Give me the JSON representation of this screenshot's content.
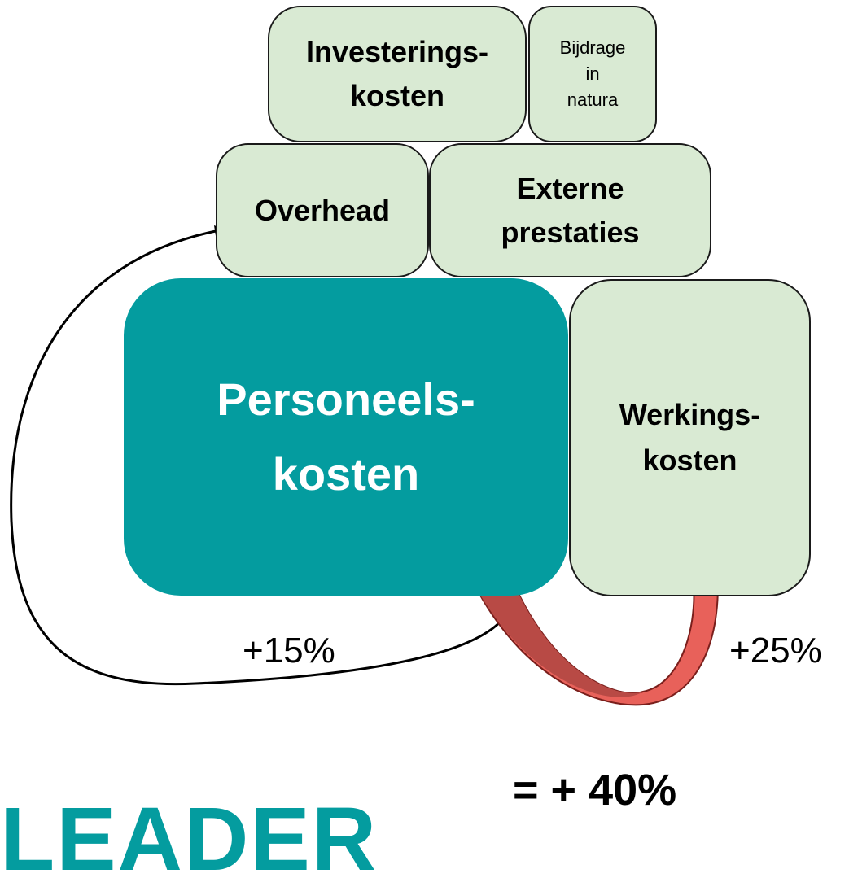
{
  "boxes": {
    "investeringskosten": [
      "Investerings-",
      "kosten"
    ],
    "bijdrage": [
      "Bijdrage",
      "in",
      "natura"
    ],
    "overhead": [
      "Overhead"
    ],
    "externe": [
      "Externe",
      "prestaties"
    ],
    "personeelskosten": [
      "Personeels-",
      "kosten"
    ],
    "werkingskosten": [
      "Werkings-",
      "kosten"
    ]
  },
  "labels": {
    "overhead_pct": "+15%",
    "werking_pct": "+25%",
    "total": "= + 40%",
    "logo": "LEADER"
  },
  "colors": {
    "teal": "#049c9f",
    "light_green": "#d9ead3",
    "arrow_red": "#e8615a",
    "arrow_dark_red": "#b84a45"
  }
}
